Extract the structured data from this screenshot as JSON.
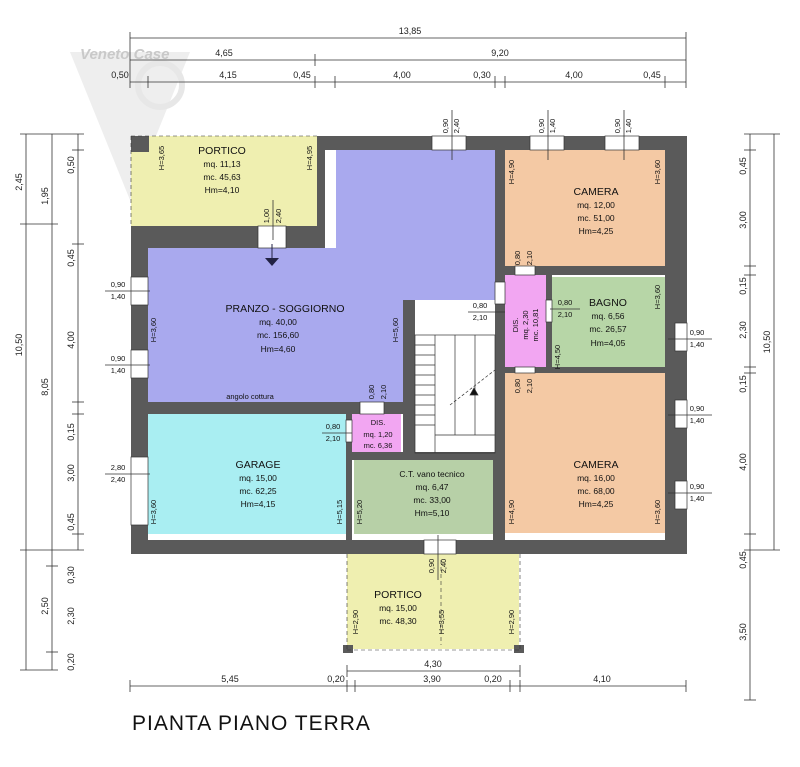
{
  "title": "PIANTA  PIANO  TERRA",
  "watermark": "Veneto Case",
  "colors": {
    "portico": "#efefb0",
    "pranzo": "#a9a9ee",
    "camera": "#f4c9a4",
    "bagno": "#b7d6a7",
    "dis": "#f2a6f2",
    "garage": "#a9eef2",
    "ct": "#b7d0a7"
  },
  "rooms": {
    "portico_top": {
      "name": "PORTICO",
      "mq": "mq. 11,13",
      "mc": "mc. 45,63",
      "hm": "Hm=4,10"
    },
    "pranzo": {
      "name": "PRANZO - SOGGIORNO",
      "mq": "mq. 40,00",
      "mc": "mc. 156,60",
      "hm": "Hm=4,60",
      "note": "angolo  cottura"
    },
    "camera_top": {
      "name": "CAMERA",
      "mq": "mq. 12,00",
      "mc": "mc. 51,00",
      "hm": "Hm=4,25"
    },
    "bagno": {
      "name": "BAGNO",
      "mq": "mq. 6,56",
      "mc": "mc. 26,57",
      "hm": "Hm=4,05"
    },
    "dis_right": {
      "name": "DIS.",
      "mq": "mq. 2,30",
      "mc": "mc. 10,81"
    },
    "dis_left": {
      "name": "DIS.",
      "mq": "mq. 1,20",
      "mc": "mc. 6,36"
    },
    "garage": {
      "name": "GARAGE",
      "mq": "mq. 15,00",
      "mc": "mc. 62,25",
      "hm": "Hm=4,15"
    },
    "ct": {
      "name": "C.T. vano tecnico",
      "mq": "mq. 6,47",
      "mc": "mc. 33,00",
      "hm": "Hm=5,10"
    },
    "camera_bottom": {
      "name": "CAMERA",
      "mq": "mq. 16,00",
      "mc": "mc. 68,00",
      "hm": "Hm=4,25"
    },
    "portico_bottom": {
      "name": "PORTICO",
      "mq": "mq. 15,00",
      "mc": "mc. 48,30"
    }
  },
  "heights": {
    "h365": "H=3,65",
    "h495": "H=4,95",
    "h490": "H=4,90",
    "h360": "H=3,60",
    "h560": "H=5,60",
    "h450": "H=4,50",
    "h515": "H=5,15",
    "h520": "H=5,20",
    "h290": "H=2,90",
    "h355": "H=3,55"
  },
  "openings": {
    "w090": "0,90",
    "w140": "1,40",
    "w240": "2,40",
    "w100": "1,00",
    "w080": "0,80",
    "w210": "2,10",
    "w280": "2,80"
  },
  "dims_top": {
    "total": "13,85",
    "row2": [
      "4,65",
      "9,20"
    ],
    "row3": [
      "0,50",
      "4,15",
      "0,45",
      "4,00",
      "0,30",
      "4,00",
      "0,45"
    ]
  },
  "dims_bottom": {
    "row1": "4,30",
    "row2": [
      "5,45",
      "0,20",
      "3,90",
      "0,20",
      "4,10"
    ]
  },
  "dims_left": {
    "outer": [
      "2,45",
      "10,50",
      "2,50"
    ],
    "mid": [
      "1,95",
      "8,05",
      "0,30",
      "2,30",
      "0,20"
    ],
    "inner": [
      "0,50",
      "0,45",
      "4,00",
      "0,15",
      "3,00",
      "0,45"
    ]
  },
  "dims_right": {
    "inner": [
      "0,45",
      "3,00",
      "0,15",
      "2,30",
      "0,15",
      "4,00",
      "0,45",
      "3,50"
    ],
    "outer": "10,50"
  }
}
